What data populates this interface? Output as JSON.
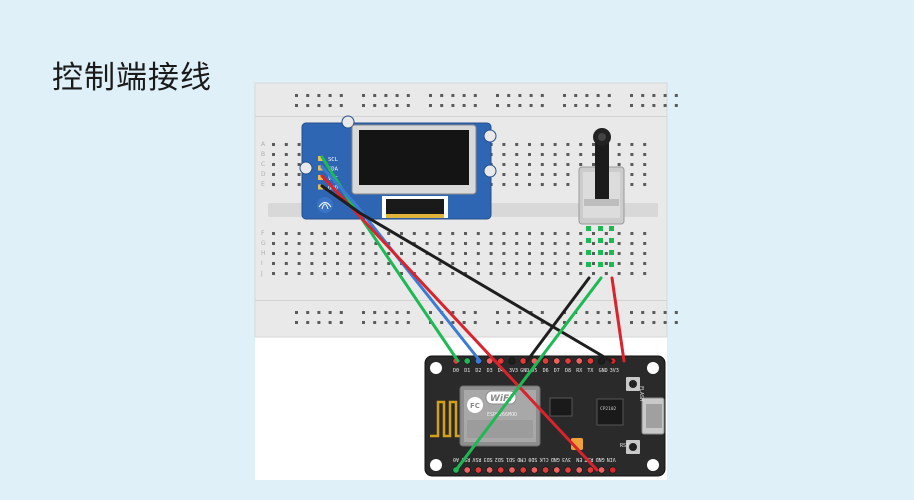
{
  "title": "控制端接线",
  "oled": {
    "pins": [
      "SCL",
      "SDA",
      "VCC",
      "GND"
    ]
  },
  "nodemcu": {
    "top_pins": [
      "D0",
      "D1",
      "D2",
      "D3",
      "D4",
      "3V3",
      "GND",
      "D5",
      "D6",
      "D7",
      "D8",
      "RX",
      "TX",
      "GND",
      "3V3"
    ],
    "bottom_pins": [
      "A0",
      "RSV",
      "RSV",
      "SD3",
      "SD2",
      "SD1",
      "CMD",
      "SD0",
      "CLK",
      "GND",
      "3V3",
      "EN",
      "RST",
      "GND",
      "VIN"
    ],
    "wifi_label": "WiFi",
    "module_text": "ESP8266MOD",
    "chip_text": "CP2102",
    "flash_label": "FLASH",
    "rst_label": "RST"
  },
  "colors": {
    "green_wire": "#1db954",
    "blue_wire": "#3a7bd5",
    "red_wire": "#d9232d",
    "black_wire": "#1e1e1e",
    "oled_board": "#2f66b3",
    "breadboard": "#e9e9e9",
    "nodemcu_board": "#2a2a2a"
  }
}
